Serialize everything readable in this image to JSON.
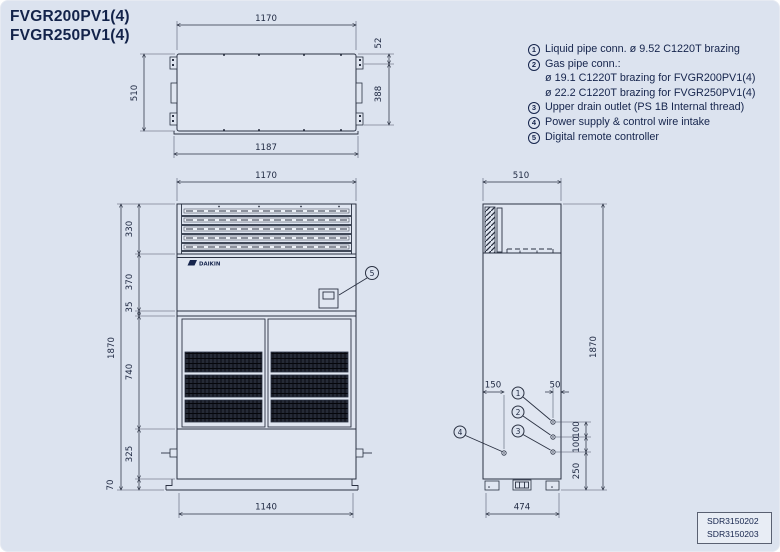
{
  "title": {
    "line1": "FVGR200PV1(4)",
    "line2": "FVGR250PV1(4)"
  },
  "notes": {
    "items": [
      {
        "num": "1",
        "text": "Liquid pipe conn. ø 9.52 C1220T brazing"
      },
      {
        "num": "2",
        "text": "Gas pipe conn.:"
      },
      {
        "num": "",
        "text": "ø 19.1 C1220T brazing for FVGR200PV1(4)"
      },
      {
        "num": "",
        "text": "ø 22.2 C1220T brazing for FVGR250PV1(4)"
      },
      {
        "num": "3",
        "text": "Upper drain outlet (PS 1B Internal thread)"
      },
      {
        "num": "4",
        "text": "Power supply & control wire intake"
      },
      {
        "num": "5",
        "text": "Digital remote controller"
      }
    ]
  },
  "drawing": {
    "brand": "DAIKIN",
    "top_view": {
      "width_top": "1170",
      "offset_right": "52",
      "span_right": "388",
      "width_bottom": "1187",
      "depth": "510"
    },
    "front_view": {
      "width": "1170",
      "height": "1870",
      "seg_330": "330",
      "seg_370": "370",
      "seg_35": "35",
      "seg_740": "740",
      "seg_325": "325",
      "seg_70": "70",
      "base_width": "1140",
      "callout_5": "5"
    },
    "side_view": {
      "depth": "510",
      "height": "1870",
      "dim_150": "150",
      "dim_50": "50",
      "dim_100_a": "100",
      "dim_100_b": "100",
      "dim_250": "250",
      "base_width": "474",
      "callout_1": "1",
      "callout_2": "2",
      "callout_3": "3",
      "callout_4": "4"
    }
  },
  "doc_codes": {
    "line1": "SDR3150202",
    "line2": "SDR3150203"
  },
  "colors": {
    "background": "#dce3ef",
    "line": "#2a3142",
    "text": "#15244c",
    "mesh": "#171a23"
  }
}
